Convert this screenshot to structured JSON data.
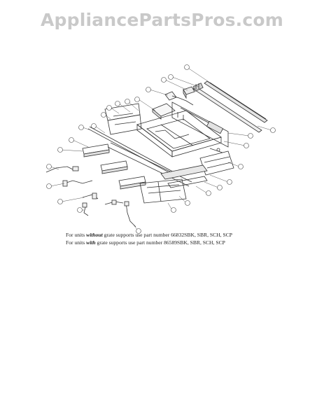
{
  "watermark": "AppliancePartsPros.com",
  "notes": [
    {
      "prefix": "For units ",
      "emphasis": "without",
      "suffix": " grate supports use part number 66832SBK, SBR, SCH, SCP"
    },
    {
      "prefix": "For units ",
      "emphasis": "with",
      "suffix": " grate supports use part number 86589SBK, SBR, SCH, SCP"
    }
  ],
  "colors": {
    "line": "#333333",
    "watermark": "#c9c9c9",
    "background": "#ffffff"
  }
}
